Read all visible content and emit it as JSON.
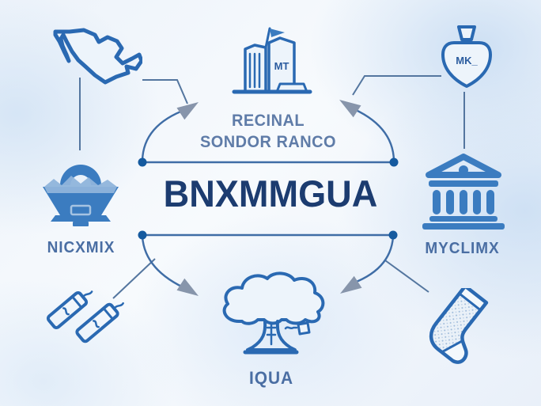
{
  "title": "BNXMMGUA",
  "subtitle": {
    "line1": "RECINAL",
    "line2": "SONDOR RANCO"
  },
  "nodes": {
    "map": {
      "icon": "mexico-map-icon"
    },
    "monument": {
      "icon": "building-flag-icon",
      "inner_text": "MT"
    },
    "spinning_top": {
      "icon": "spinning-top-icon",
      "inner_text": "MK_"
    },
    "basket": {
      "icon": "basket-icon",
      "label": "NICXMIX"
    },
    "bank": {
      "icon": "bank-icon",
      "label": "MYCLIMX"
    },
    "firecrackers": {
      "icon": "firecrackers-icon"
    },
    "tree": {
      "icon": "tree-icon",
      "label": "IQUA"
    },
    "sock": {
      "icon": "sock-icon"
    }
  },
  "colors": {
    "title": "#1c3c70",
    "subtitle": "#5f7ca8",
    "label": "#4a6ea3",
    "icon_stroke": "#2a69b2",
    "icon_fill": "#3b7cc0",
    "connector": "#3f6da6",
    "connector_thin": "#54769f",
    "arrowhead": "#8795ab",
    "dot": "#155a9f"
  }
}
